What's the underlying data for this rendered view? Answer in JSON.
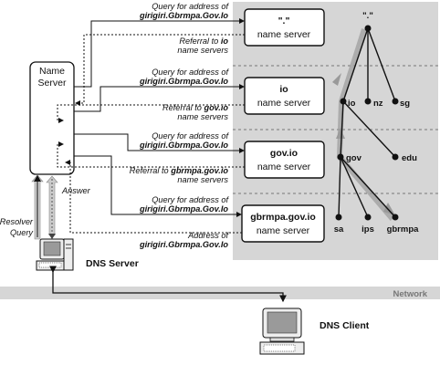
{
  "name_server": {
    "line1": "Name",
    "line2": "Server"
  },
  "root_server": {
    "name": "\".\"",
    "role": "name server"
  },
  "io_server": {
    "name": "io",
    "role": "name server"
  },
  "govio_server": {
    "name": "gov.io",
    "role": "name server"
  },
  "gbrmpa_server": {
    "name": "gbrmpa.gov.io",
    "role": "name server"
  },
  "messages": {
    "q1": {
      "line1": "Query for address of",
      "line2": "girigiri.Gbrmpa.Gov.Io"
    },
    "r1": {
      "line1": "Referral to",
      "bold": "io",
      "line2": "name servers"
    },
    "q2": {
      "line1": "Query for address of",
      "line2": "girigiri.Gbrmpa.Gov.Io"
    },
    "r2": {
      "line1": "Referral to",
      "bold": "gov.io",
      "line2": "name servers"
    },
    "q3": {
      "line1": "Query for address of",
      "line2": "girigiri.Gbrmpa.Gov.Io"
    },
    "r3": {
      "line1": "Referral to",
      "bold": "gbrmpa.gov.io",
      "line2": "name servers"
    },
    "q4": {
      "line1": "Query for address of",
      "line2": "girigiri.Gbrmpa.Gov.Io"
    },
    "a4": {
      "line1": "Address of",
      "line2": "girigiri.Gbrmpa.Gov.Io"
    }
  },
  "answer_label": "Answer",
  "resolver_label": {
    "line1": "Resolver",
    "line2": "Query"
  },
  "tree": {
    "root": "\".\"",
    "io": "io",
    "nz": "nz",
    "sg": "sg",
    "gov": "gov",
    "edu": "edu",
    "sa": "sa",
    "ips": "ips",
    "gbrmpa": "gbrmpa"
  },
  "dns_server_label": "DNS Server",
  "dns_client_label": "DNS Client",
  "network_label": "Network"
}
